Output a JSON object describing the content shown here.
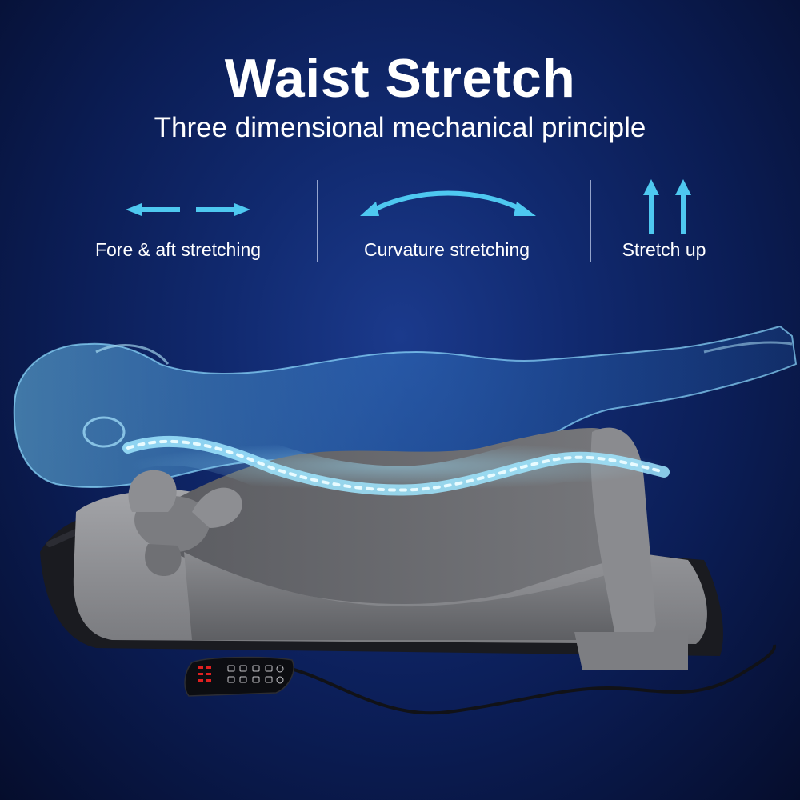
{
  "header": {
    "title": "Waist Stretch",
    "subtitle": "Three dimensional mechanical principle"
  },
  "features": [
    {
      "label": "Fore & aft stretching",
      "icon": "horizontal-arrows-icon"
    },
    {
      "label": "Curvature stretching",
      "icon": "curved-arrow-icon"
    },
    {
      "label": "Stretch up",
      "icon": "up-arrows-icon"
    }
  ],
  "colors": {
    "accent": "#4ec8f0",
    "background": "#0b1d55",
    "mat": "#8e8f93",
    "spine": "#7fd8ff"
  }
}
